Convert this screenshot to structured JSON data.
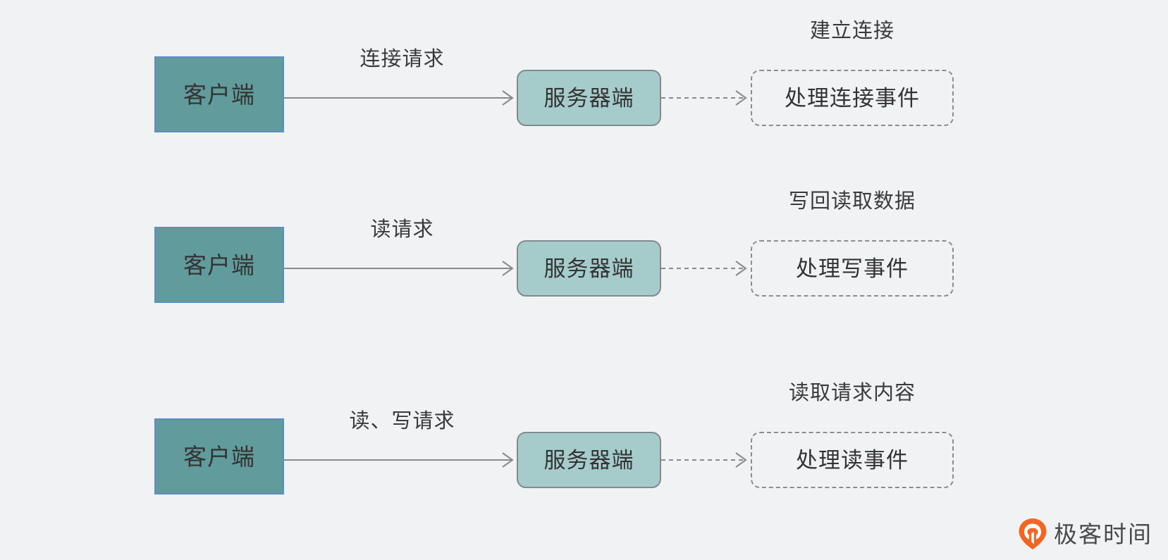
{
  "page": {
    "background_color": "#f1f2f4",
    "text_color": "#333333"
  },
  "palette": {
    "client_fill": "#629b9c",
    "client_border": "#5b8ec7",
    "server_fill": "#a5cbcb",
    "server_border": "#7f8c8d",
    "event_border": "#8c8c8c",
    "arrow_color": "#8a8a8a",
    "brand_orange": "#f26522"
  },
  "rows": [
    {
      "client_label": "客户端",
      "arrow_label": "连接请求",
      "server_label": "服务器端",
      "event_caption": "建立连接",
      "event_label": "处理连接事件"
    },
    {
      "client_label": "客户端",
      "arrow_label": "读请求",
      "server_label": "服务器端",
      "event_caption": "写回读取数据",
      "event_label": "处理写事件"
    },
    {
      "client_label": "客户端",
      "arrow_label": "读、写请求",
      "server_label": "服务器端",
      "event_caption": "读取请求内容",
      "event_label": "处理读事件"
    }
  ],
  "brand": {
    "name": "极客时间",
    "icon": "geektime-pin-logo"
  }
}
